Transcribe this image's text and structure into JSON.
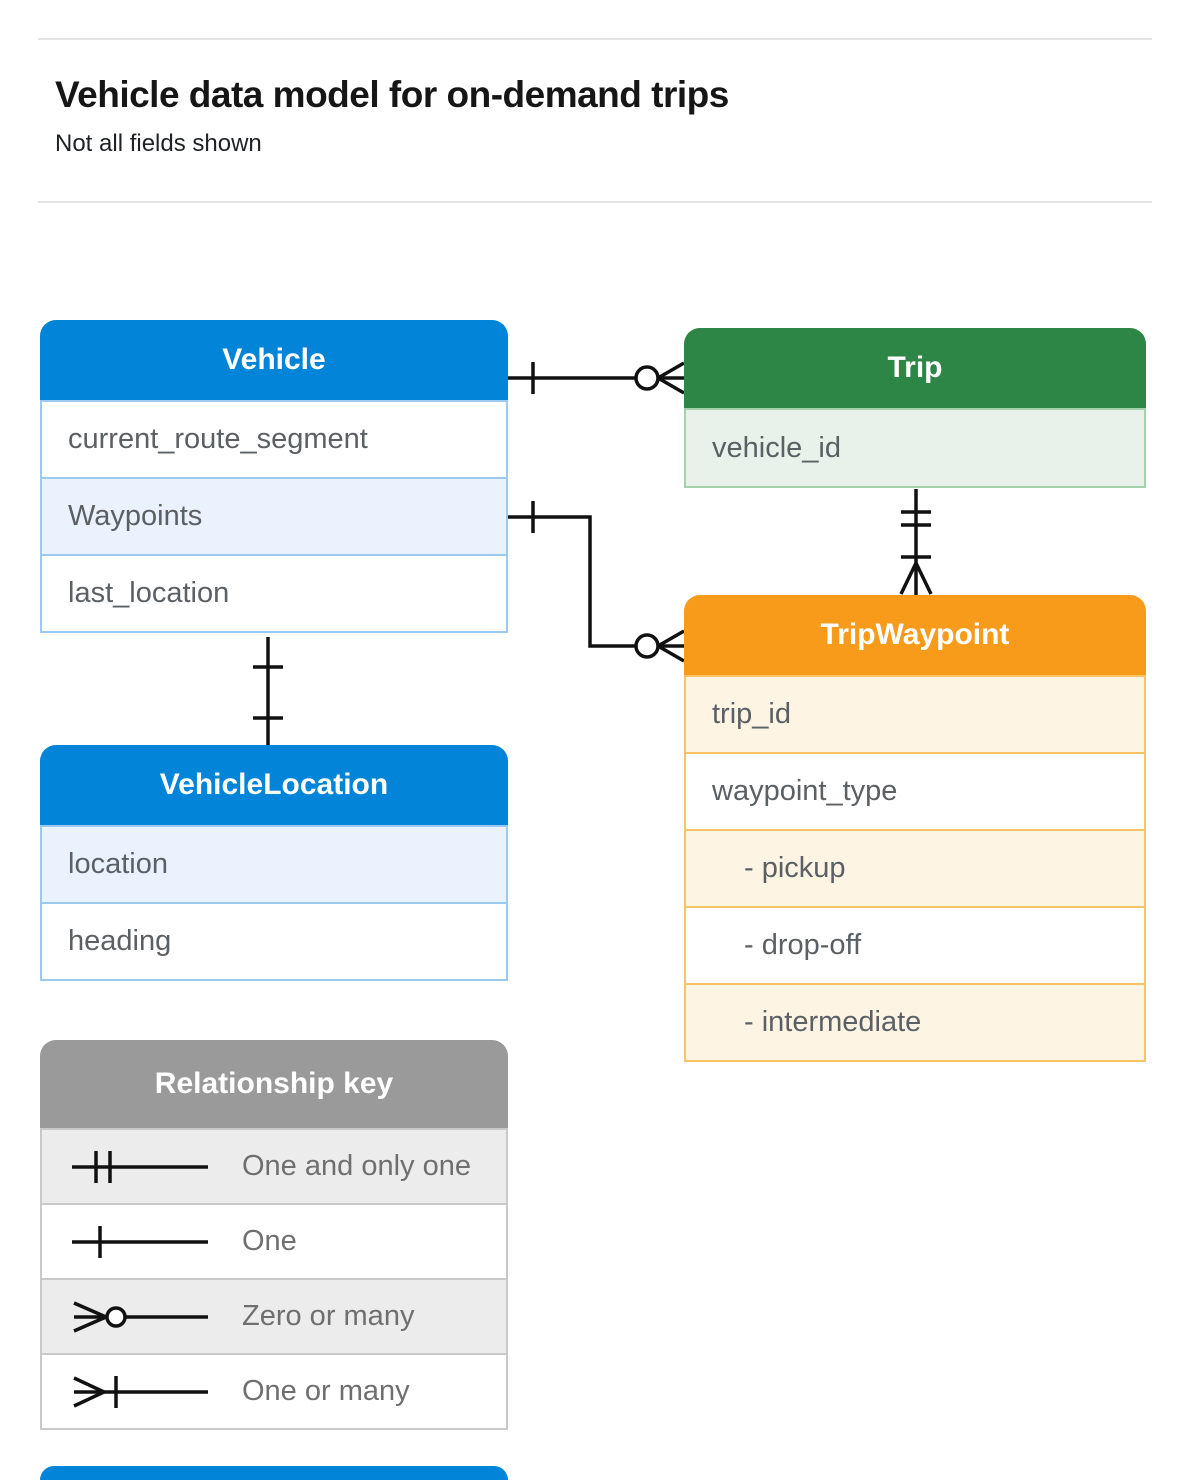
{
  "page": {
    "title": "Vehicle data model for on-demand trips",
    "subtitle": "Not all fields shown"
  },
  "tables": {
    "vehicle": {
      "title": "Vehicle",
      "rows": [
        {
          "label": "current_route_segment"
        },
        {
          "label": "Waypoints"
        },
        {
          "label": "last_location"
        }
      ]
    },
    "trip": {
      "title": "Trip",
      "rows": [
        {
          "label": "vehicle_id"
        }
      ]
    },
    "trip_waypoint": {
      "title": "TripWaypoint",
      "rows": [
        {
          "label": "trip_id"
        },
        {
          "label": "waypoint_type"
        },
        {
          "label": "- pickup"
        },
        {
          "label": "- drop-off"
        },
        {
          "label": "- intermediate"
        }
      ]
    },
    "vehicle_location": {
      "title": "VehicleLocation",
      "rows": [
        {
          "label": "location"
        },
        {
          "label": "heading"
        }
      ]
    }
  },
  "legend": {
    "title": "Relationship key",
    "items": [
      {
        "symbol": "one-and-only-one",
        "label": "One and only one"
      },
      {
        "symbol": "one",
        "label": "One"
      },
      {
        "symbol": "zero-or-many",
        "label": "Zero or many"
      },
      {
        "symbol": "one-or-many",
        "label": "One or many"
      }
    ]
  },
  "relationships": [
    {
      "from": "Vehicle",
      "to": "Trip",
      "from_end": "one",
      "to_end": "zero-or-many"
    },
    {
      "from": "Vehicle.Waypoints",
      "to": "TripWaypoint",
      "from_end": "one",
      "to_end": "zero-or-many"
    },
    {
      "from": "Trip",
      "to": "TripWaypoint",
      "from_end": "one-and-only-one",
      "to_end": "one-or-many"
    },
    {
      "from": "Vehicle.last_location",
      "to": "VehicleLocation",
      "from_end": "one",
      "to_end": "one"
    }
  ],
  "colors": {
    "vehicle_header": "#0285d8",
    "trip_header": "#2d8646",
    "trip_waypoint_header": "#f89b1b",
    "legend_header": "#9a9a9a",
    "vehicle_row_highlight": "#e9f2fd",
    "trip_row_highlight": "#e8f2ea",
    "trip_waypoint_row_highlight": "#fdf4e4",
    "legend_row_highlight": "#ececec",
    "connector": "#111111"
  }
}
